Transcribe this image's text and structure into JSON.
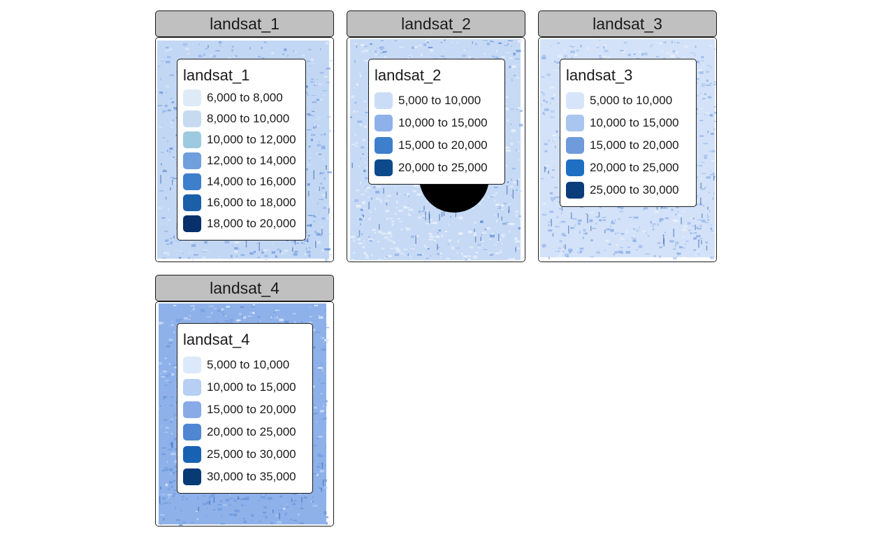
{
  "panels": [
    {
      "title": "landsat_1",
      "legend": {
        "title": "landsat_1",
        "items": [
          {
            "label": "6,000 to 8,000",
            "color": "#deebf7"
          },
          {
            "label": "8,000 to 10,000",
            "color": "#c6dbef"
          },
          {
            "label": "10,000 to 12,000",
            "color": "#9ecae1"
          },
          {
            "label": "12,000 to 14,000",
            "color": "#6f9fdc"
          },
          {
            "label": "14,000 to 16,000",
            "color": "#3d7fcb"
          },
          {
            "label": "16,000 to 18,000",
            "color": "#1a5fa8"
          },
          {
            "label": "18,000 to 20,000",
            "color": "#08306b"
          }
        ]
      },
      "map_colors": [
        "#c2d7f4",
        "#dce8f8",
        "#8fb1ea",
        "#6f9bdc"
      ]
    },
    {
      "title": "landsat_2",
      "legend": {
        "title": "landsat_2",
        "items": [
          {
            "label": "5,000 to 10,000",
            "color": "#cbdcf6"
          },
          {
            "label": "10,000 to 15,000",
            "color": "#8fb1ea"
          },
          {
            "label": "15,000 to 20,000",
            "color": "#3d7fcb"
          },
          {
            "label": "20,000 to 25,000",
            "color": "#0d4a8c"
          }
        ]
      },
      "map_colors": [
        "#c7daf5",
        "#8fb1ea",
        "#e8f0fb",
        "#6f9bdc"
      ]
    },
    {
      "title": "landsat_3",
      "legend": {
        "title": "landsat_3",
        "items": [
          {
            "label": "5,000 to 10,000",
            "color": "#d6e5fa"
          },
          {
            "label": "10,000 to 15,000",
            "color": "#a8c6f0"
          },
          {
            "label": "15,000 to 20,000",
            "color": "#6f9bdc"
          },
          {
            "label": "20,000 to 25,000",
            "color": "#1f6fc2"
          },
          {
            "label": "25,000 to 30,000",
            "color": "#0a3d7a"
          }
        ]
      },
      "map_colors": [
        "#d3e2f8",
        "#a8c6f0",
        "#8fb1ea",
        "#e8f0fb"
      ]
    },
    {
      "title": "landsat_4",
      "legend": {
        "title": "landsat_4",
        "items": [
          {
            "label": "5,000 to 10,000",
            "color": "#dce9fb"
          },
          {
            "label": "10,000 to 15,000",
            "color": "#b7cff3"
          },
          {
            "label": "15,000 to 20,000",
            "color": "#88abe7"
          },
          {
            "label": "20,000 to 25,000",
            "color": "#4f87d2"
          },
          {
            "label": "25,000 to 30,000",
            "color": "#1862b3"
          },
          {
            "label": "30,000 to 35,000",
            "color": "#083a74"
          }
        ]
      },
      "map_colors": [
        "#8fb1ea",
        "#b7cff3",
        "#6f9bdc",
        "#dce9fb"
      ]
    }
  ]
}
